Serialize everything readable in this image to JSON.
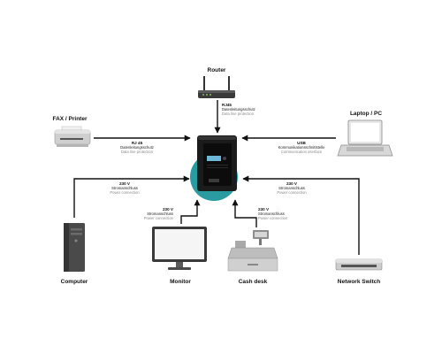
{
  "devices": {
    "router": "Router",
    "fax": "FAX / Printer",
    "laptop": "Laptop / PC",
    "computer": "Computer",
    "monitor": "Monitor",
    "cash": "Cash desk",
    "switch": "Network Switch"
  },
  "connections": {
    "router": {
      "line1": "RJ45",
      "line2": "Datenleitungsschutz",
      "line3": "Data line protection"
    },
    "fax": {
      "line1": "RJ 45",
      "line2": "Datenleitungsschutz",
      "line3": "Data line protection"
    },
    "laptop": {
      "line1": "USB",
      "line2": "Kommunikationsschnittstelle",
      "line3": "Communication interface"
    },
    "computer": {
      "line1": "230 V",
      "line2": "Stromanschluss",
      "line3": "Power connection"
    },
    "monitor": {
      "line1": "230 V",
      "line2": "Stromanschluss",
      "line3": "Power connection"
    },
    "cash": {
      "line1": "230 V",
      "line2": "Stromanschluss",
      "line3": "Power connection"
    },
    "switch": {
      "line1": "230 V",
      "line2": "Stromanschluss",
      "line3": "Power connection"
    }
  },
  "colors": {
    "accent_circle": "#2a9ba0",
    "ups_body": "#1b1b1b",
    "ups_panel": "#0c0c0c",
    "ups_screen": "#6fb7d9",
    "line": "#111111",
    "secondary_text": "#8a8a8a"
  }
}
